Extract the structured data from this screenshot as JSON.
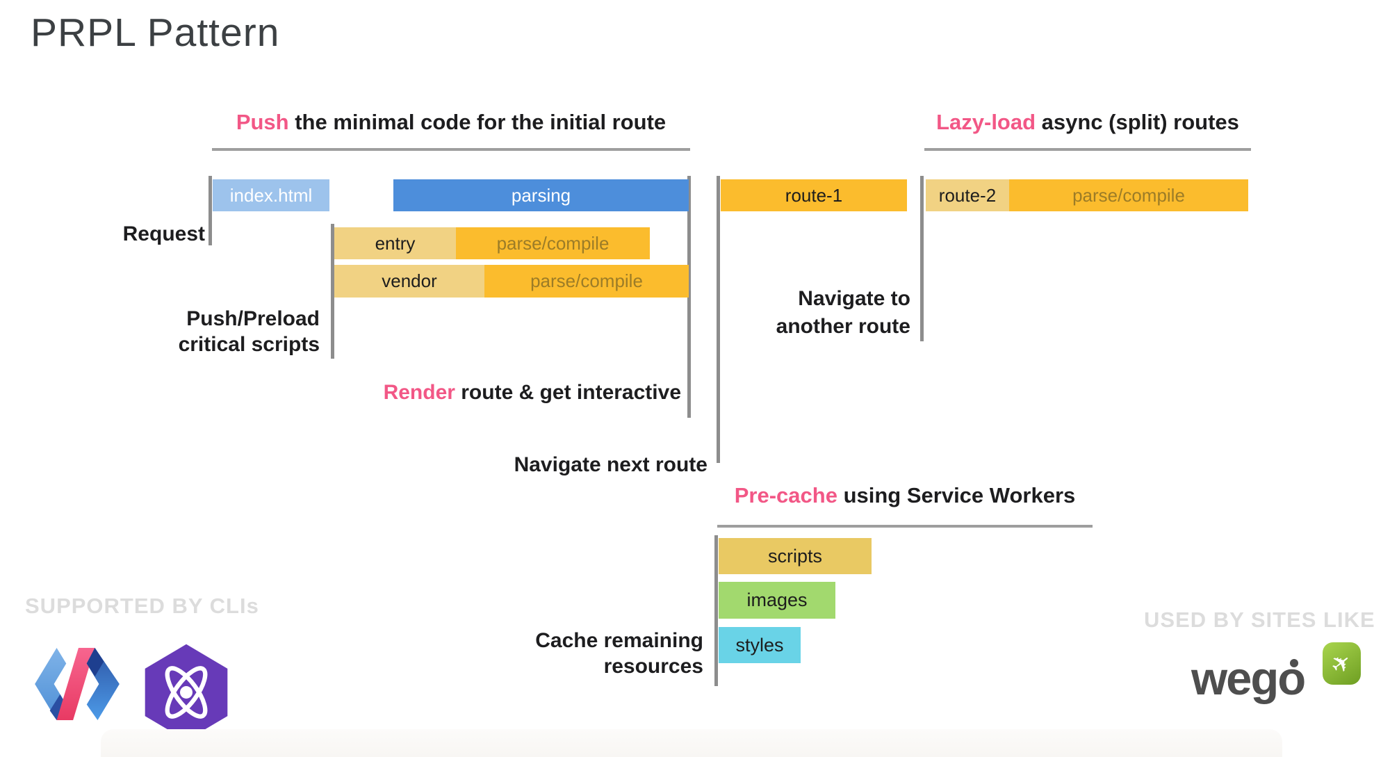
{
  "title": "PRPL Pattern",
  "headings": {
    "push": {
      "accent": "Push",
      "rest": " the minimal code for the initial route"
    },
    "lazy": {
      "accent": "Lazy-load",
      "rest": " async (split) routes"
    },
    "precache": {
      "accent": "Pre-cache",
      "rest": " using Service Workers"
    }
  },
  "labels": {
    "request": "Request",
    "push_preload_line1": "Push/Preload",
    "push_preload_line2": "critical scripts",
    "render_accent": "Render",
    "render_rest": " route & get interactive",
    "navigate_next": "Navigate next route",
    "navigate_another_line1": "Navigate to",
    "navigate_another_line2": "another route",
    "cache_line1": "Cache remaining",
    "cache_line2": "resources"
  },
  "bars": {
    "index_html": "index.html",
    "parsing": "parsing",
    "route1": "route-1",
    "route2": "route-2",
    "route2_parse": "parse/compile",
    "entry": "entry",
    "entry_parse": "parse/compile",
    "vendor": "vendor",
    "vendor_parse": "parse/compile",
    "scripts": "scripts",
    "images": "images",
    "styles": "styles"
  },
  "footer": {
    "supported": "SUPPORTED BY CLIs",
    "used": "USED BY SITES LIKE",
    "wego": "wego",
    "logo_icons": [
      "polymer-logo",
      "preact-logo",
      "wego-plane-icon"
    ]
  },
  "colors": {
    "accent_pink": "#f25786",
    "bar_blue": "#4d8edb",
    "bar_light_blue": "#9dc3ec",
    "bar_orange": "#fbbc2d",
    "bar_tan": "#f1d283",
    "bar_gold": "#e9c963",
    "bar_green": "#a2d96e",
    "bar_cyan": "#69d3e7",
    "line_gray": "#8d8d8d",
    "caption_gray": "#dcdcdc",
    "preact_purple": "#673ab8",
    "wego_green": "#8cbf3a"
  }
}
